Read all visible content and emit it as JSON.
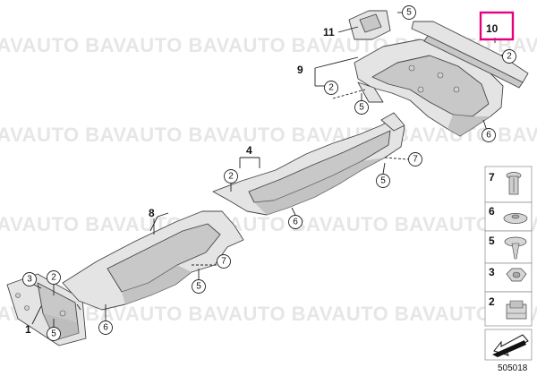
{
  "watermark": "BAVAUTO BAVAUTO BAVAUTO BAVAUTO BAVAUTO BAVAUTO",
  "figure_number": "505018",
  "highlighted_part": "10",
  "part_labels": {
    "p1": "1",
    "p4": "4",
    "p8": "8",
    "p9": "9",
    "p10": "10",
    "p11": "11"
  },
  "callouts": {
    "c3a": "3",
    "c2a": "2",
    "c5a": "5",
    "c6a": "6",
    "c7b": "7",
    "c5b": "5",
    "c2c": "2",
    "c6c": "6",
    "c7c": "7",
    "c5c": "5",
    "c2d": "2",
    "c5d": "5",
    "c6d": "6",
    "c5e": "5",
    "c2e": "2"
  },
  "legend": [
    {
      "number": "7",
      "fastener": "expanding-nut"
    },
    {
      "number": "6",
      "fastener": "flat-nut"
    },
    {
      "number": "5",
      "fastener": "clip-nut"
    },
    {
      "number": "3",
      "fastener": "hex-nut"
    },
    {
      "number": "2",
      "fastener": "spring-clip"
    }
  ],
  "colors": {
    "highlight": "#e6007e",
    "part_fill": "#e4e4e4",
    "outline": "#444444"
  }
}
